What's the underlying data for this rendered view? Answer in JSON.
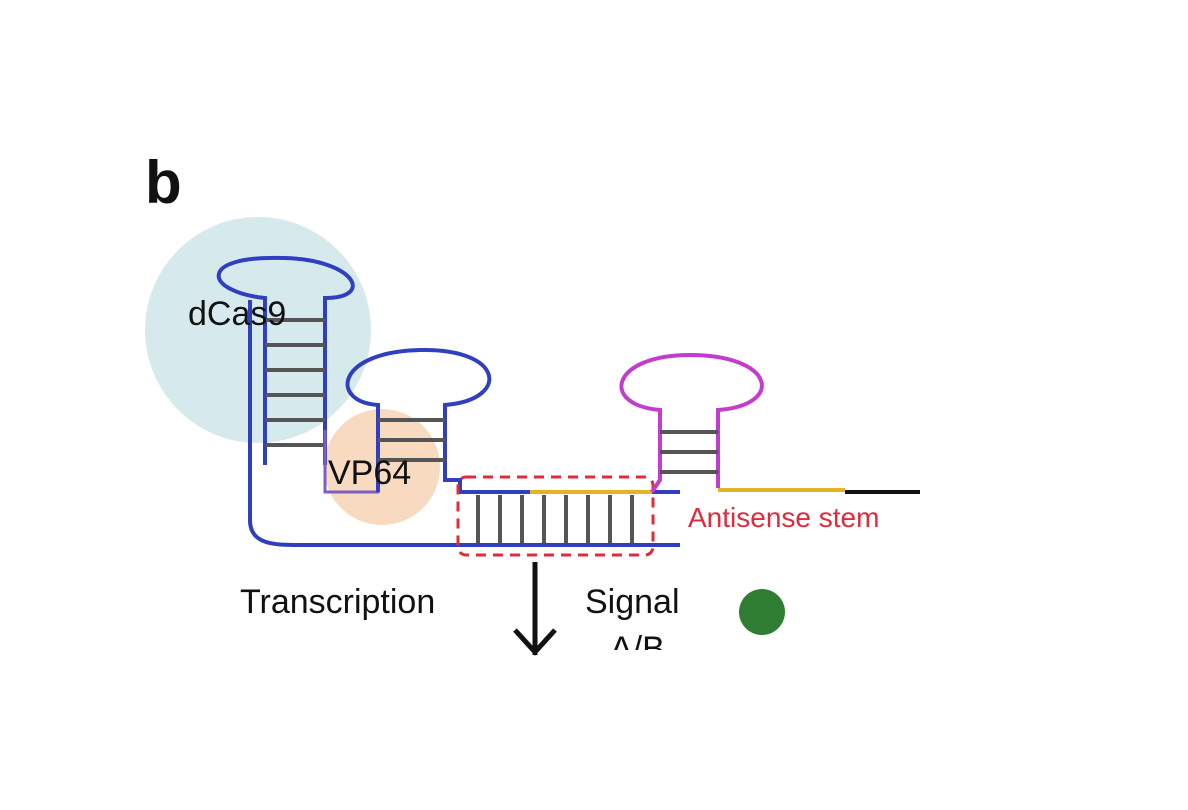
{
  "panel": {
    "letter": "b"
  },
  "labels": {
    "dcas9": "dCas9",
    "vp64": "VP64",
    "antisense": "Antisense stem",
    "transcription": "Transcription",
    "signal_line1": "Signal",
    "signal_line2": "A/B"
  },
  "colors": {
    "blue_strand": "#2f3fbf",
    "magenta_strand": "#c43ccf",
    "purple_strand": "#7d5fc4",
    "dcas9_bubble": "#cfe6ea",
    "vp64_bubble": "#f6d3b5",
    "rung": "#555555",
    "dashed_box": "#e02b3c",
    "antisense_text": "#e02b3c",
    "yellow_segment": "#e6b327",
    "black_segment": "#111111",
    "signal_dot": "#2e7d32"
  }
}
